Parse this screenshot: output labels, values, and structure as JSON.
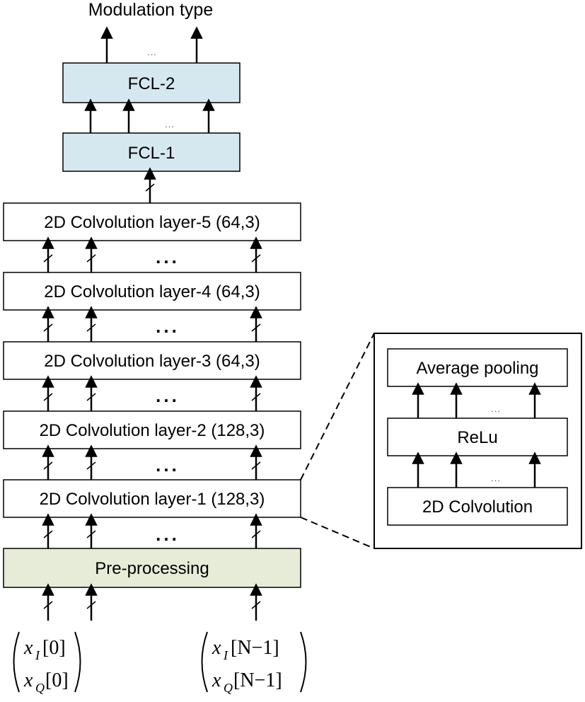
{
  "title": "Modulation type",
  "fcl2": "FCL-2",
  "fcl1": "FCL-1",
  "layers": [
    "2D Colvolution layer-5 (64,3)",
    "2D Colvolution layer-4 (64,3)",
    "2D Colvolution layer-3 (64,3)",
    "2D Colvolution layer-2 (128,3)",
    "2D Colvolution layer-1 (128,3)"
  ],
  "preprocessing": "Pre-processing",
  "ellipsis": "...",
  "detail": {
    "pooling": "Average pooling",
    "relu": "ReLu",
    "conv": "2D Colvolution"
  },
  "inputs": {
    "first": {
      "i_var": "x",
      "i_sub": "I",
      "i_idx": "[0]",
      "q_var": "x",
      "q_sub": "Q",
      "q_idx": "[0]"
    },
    "last": {
      "i_var": "x",
      "i_sub": "I",
      "i_idx": "[N−1]",
      "q_var": "x",
      "q_sub": "Q",
      "q_idx": "[N−1]"
    }
  },
  "colors": {
    "fcl_fill": "#d6e8ef",
    "pre_fill": "#e6ecd8",
    "stroke": "#000000"
  }
}
